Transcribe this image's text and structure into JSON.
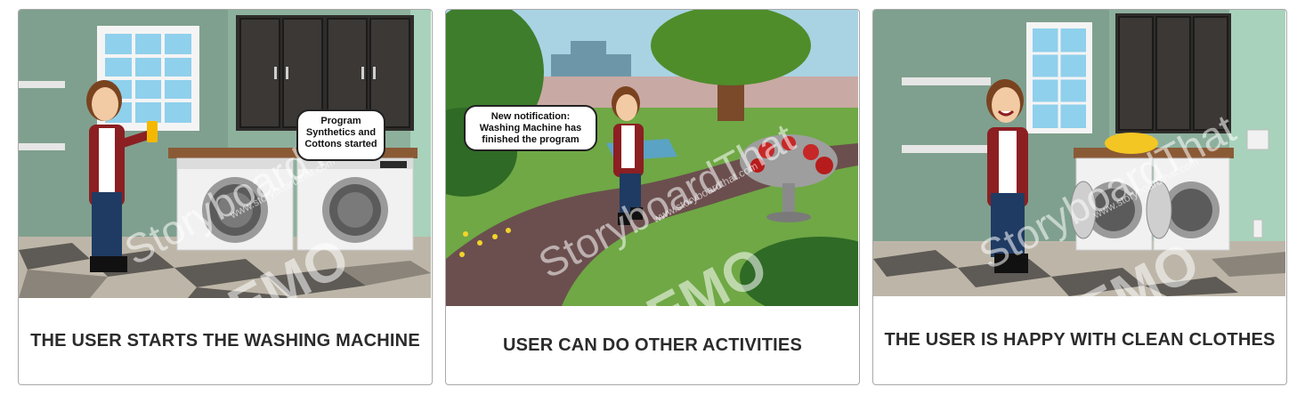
{
  "panels": [
    {
      "caption": "THE USER STARTS THE WASHING MACHINE",
      "bubble": "Program Synthetics and Cottons started"
    },
    {
      "caption": "USER CAN DO OTHER ACTIVITIES",
      "bubble": "New notification: Washing Machine has finished the program"
    },
    {
      "caption": "THE USER IS HAPPY WITH CLEAN CLOTHES",
      "bubble": ""
    }
  ],
  "watermark": {
    "brand": "StoryboardThat",
    "demo": "DEMO",
    "url": "www.storyboardthat.com"
  },
  "colors": {
    "wall": "#7fa08e",
    "cabinet": "#2f2d2b",
    "counter": "#8a5a35",
    "floor_light": "#bdb6a8",
    "floor_dark": "#5e5a55",
    "grass": "#6fa845",
    "path": "#6b4f4e",
    "sky": "#a9d3e3",
    "jacket": "#8c1f22",
    "jeans": "#1f3b63"
  }
}
